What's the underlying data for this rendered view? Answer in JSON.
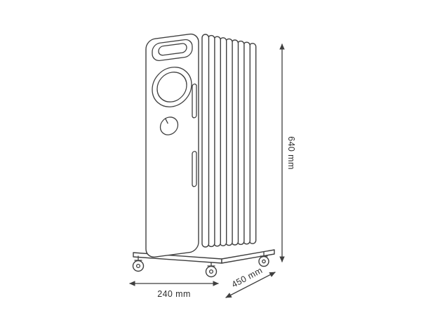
{
  "diagram": {
    "subject": "oil-filled-radiator-heater",
    "view": "isometric-line-drawing",
    "fin_count": 9,
    "caster_count": 3
  },
  "dimensions": {
    "height": "640 mm",
    "width": "240 mm",
    "depth": "450 mm"
  },
  "colors": {
    "line": "#3f3f3f",
    "text": "#2e2e2e",
    "background": "#ffffff"
  }
}
